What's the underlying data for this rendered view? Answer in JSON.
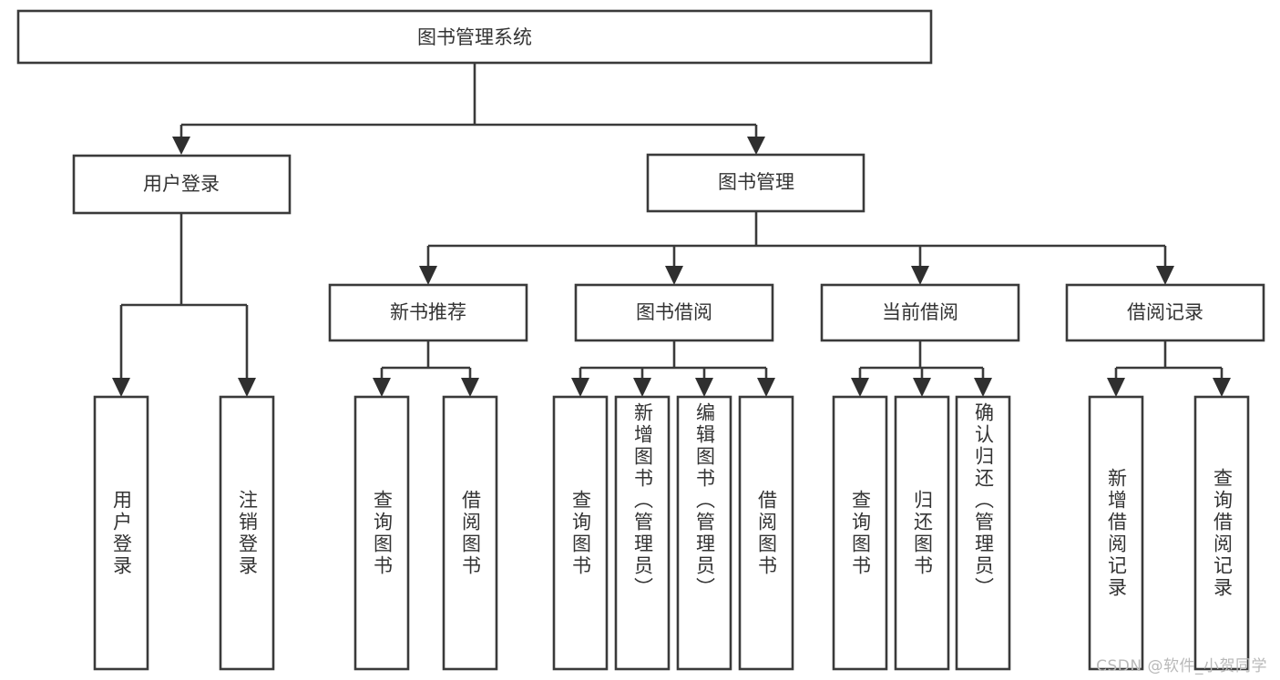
{
  "diagram": {
    "type": "hierarchy-tree",
    "title": "图书管理系统",
    "watermark": "CSDN @软件_小贺同学",
    "root": {
      "id": "root",
      "label": "图书管理系统",
      "orientation": "horizontal"
    },
    "level2": [
      {
        "id": "user-login",
        "label": "用户登录",
        "orientation": "horizontal"
      },
      {
        "id": "book-manage",
        "label": "图书管理",
        "orientation": "horizontal"
      }
    ],
    "level3": [
      {
        "id": "new-book-rec",
        "label": "新书推荐",
        "orientation": "horizontal",
        "parent": "book-manage"
      },
      {
        "id": "book-borrow",
        "label": "图书借阅",
        "orientation": "horizontal",
        "parent": "book-manage"
      },
      {
        "id": "current-borrow",
        "label": "当前借阅",
        "orientation": "horizontal",
        "parent": "book-manage"
      },
      {
        "id": "borrow-record",
        "label": "借阅记录",
        "orientation": "horizontal",
        "parent": "book-manage"
      }
    ],
    "leaves": [
      {
        "id": "leaf-user-login",
        "label": "用户登录",
        "orientation": "vertical",
        "parent": "user-login"
      },
      {
        "id": "leaf-logout",
        "label": "注销登录",
        "orientation": "vertical",
        "parent": "user-login"
      },
      {
        "id": "leaf-query-book-1",
        "label": "查询图书",
        "orientation": "vertical",
        "parent": "new-book-rec"
      },
      {
        "id": "leaf-borrow-book-1",
        "label": "借阅图书",
        "orientation": "vertical",
        "parent": "new-book-rec"
      },
      {
        "id": "leaf-query-book-2",
        "label": "查询图书",
        "orientation": "vertical",
        "parent": "book-borrow"
      },
      {
        "id": "leaf-add-book",
        "label": "新增图书（管理员）",
        "orientation": "vertical",
        "parent": "book-borrow"
      },
      {
        "id": "leaf-edit-book",
        "label": "编辑图书（管理员）",
        "orientation": "vertical",
        "parent": "book-borrow"
      },
      {
        "id": "leaf-borrow-book-2",
        "label": "借阅图书",
        "orientation": "vertical",
        "parent": "book-borrow"
      },
      {
        "id": "leaf-query-book-3",
        "label": "查询图书",
        "orientation": "vertical",
        "parent": "current-borrow"
      },
      {
        "id": "leaf-return-book",
        "label": "归还图书",
        "orientation": "vertical",
        "parent": "current-borrow"
      },
      {
        "id": "leaf-confirm-return",
        "label": "确认归还（管理员）",
        "orientation": "vertical",
        "parent": "current-borrow"
      },
      {
        "id": "leaf-add-record",
        "label": "新增借阅记录",
        "orientation": "vertical",
        "parent": "borrow-record"
      },
      {
        "id": "leaf-query-record",
        "label": "查询借阅记录",
        "orientation": "vertical",
        "parent": "borrow-record"
      }
    ],
    "colors": {
      "box_stroke": "#3a3a3a",
      "box_fill": "#ffffff",
      "text": "#333333",
      "connector": "#3a3a3a",
      "arrow": "#2f2f2f",
      "watermark": "#b9b9b9",
      "background": "#ffffff"
    }
  }
}
